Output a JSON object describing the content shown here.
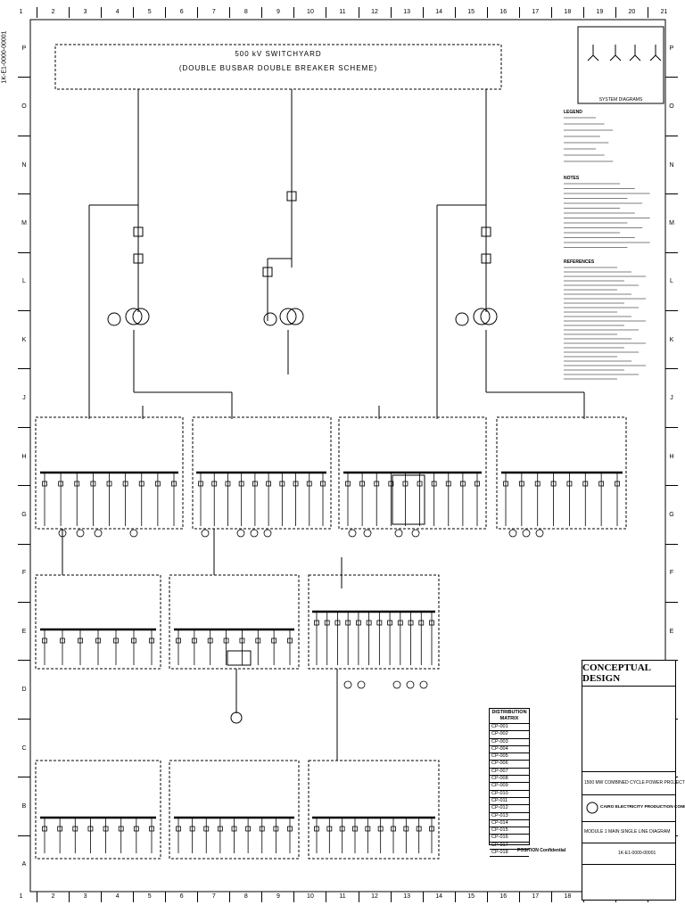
{
  "drawing": {
    "switchyard_title": "500 kV SWITCHYARD",
    "switchyard_subtitle": "(DOUBLE BUSBAR DOUBLE BREAKER SCHEME)",
    "side_number": "1K-E1-0000-00001"
  },
  "grid": {
    "columns": [
      "1",
      "2",
      "3",
      "4",
      "5",
      "6",
      "7",
      "8",
      "9",
      "10",
      "11",
      "12",
      "13",
      "14",
      "15",
      "16",
      "17",
      "18",
      "19",
      "20",
      "21"
    ],
    "rows": [
      "P",
      "O",
      "N",
      "M",
      "L",
      "K",
      "J",
      "H",
      "G",
      "F",
      "E",
      "D",
      "C",
      "B",
      "A"
    ]
  },
  "system_diagram": {
    "caption": "SYSTEM DIAGRAMS"
  },
  "legend": {
    "title": "LEGEND",
    "notes_title": "NOTES",
    "references_title": "REFERENCES"
  },
  "distribution": {
    "title": "DISTRIBUTION MATRIX",
    "rows": [
      "CP-001",
      "CP-002",
      "CP-003",
      "CP-004",
      "CP-005",
      "CP-006",
      "CP-007",
      "CP-008",
      "CP-009",
      "CP-010",
      "CP-011",
      "CP-012",
      "CP-013",
      "CP-014",
      "CP-015",
      "CP-016",
      "CP-017",
      "CP-018"
    ]
  },
  "title_block": {
    "stamp": "CONCEPTUAL DESIGN",
    "company": "CAIRO ELECTRICITY PRODUCTION COMPANY",
    "project": "1500 MW COMBINED CYCLE POWER PROJECT",
    "drawing_title": "MODULE 1 MAIN SINGLE LINE DIAGRAM",
    "drawing_number": "1K-E1-0000-00001"
  },
  "confidential": {
    "title": "POSITION Confidential"
  }
}
